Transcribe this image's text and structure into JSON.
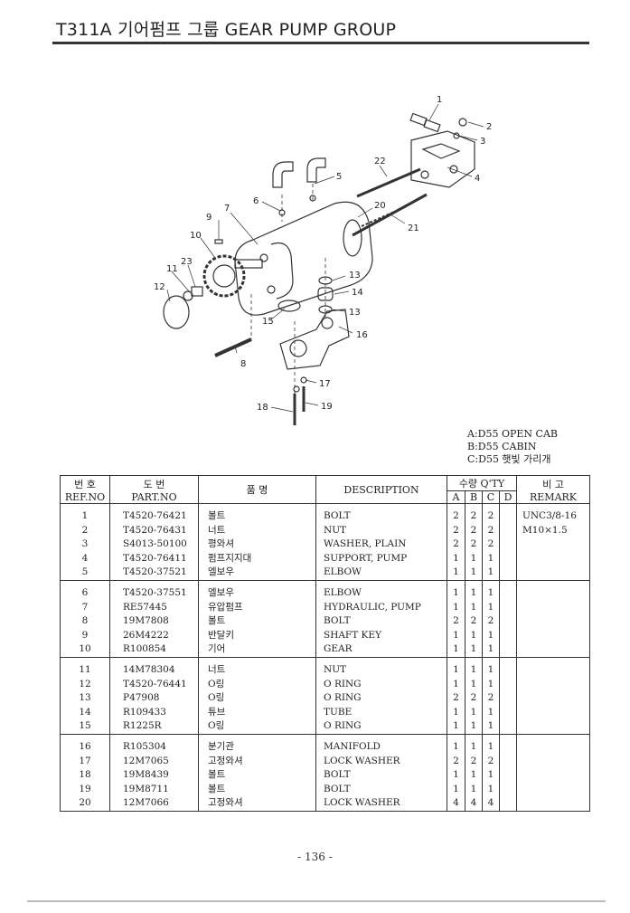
{
  "header": {
    "title": "T311A 기어펌프 그룹 GEAR PUMP GROUP"
  },
  "diagram": {
    "callouts": [
      "1",
      "2",
      "3",
      "4",
      "5",
      "6",
      "7",
      "8",
      "9",
      "10",
      "11",
      "12",
      "13",
      "14",
      "13",
      "15",
      "16",
      "17",
      "18",
      "19",
      "20",
      "21",
      "22",
      "23"
    ]
  },
  "legend": {
    "lines": [
      "A:D55 OPEN CAB",
      "B:D55 CABIN",
      "C:D55 햇빛 가리개"
    ]
  },
  "table": {
    "headers": {
      "ref_kor": "번 호",
      "ref_eng": "REF.NO",
      "part_kor": "도 번",
      "part_eng": "PART.NO",
      "name_kor": "품   명",
      "desc": "DESCRIPTION",
      "qty": "수량 Q'TY",
      "qty_a": "A",
      "qty_b": "B",
      "qty_c": "C",
      "qty_d": "D",
      "rem_kor": "비  고",
      "rem_eng": "REMARK"
    },
    "groups": [
      [
        {
          "ref": "1",
          "part": "T4520-76421",
          "kor": "볼트",
          "desc": "BOLT",
          "a": "2",
          "b": "2",
          "c": "2",
          "d": "",
          "remark": "UNC3/8-16"
        },
        {
          "ref": "2",
          "part": "T4520-76431",
          "kor": "너트",
          "desc": "NUT",
          "a": "2",
          "b": "2",
          "c": "2",
          "d": "",
          "remark": "M10×1.5"
        },
        {
          "ref": "3",
          "part": "S4013-50100",
          "kor": "평와셔",
          "desc": "WASHER, PLAIN",
          "a": "2",
          "b": "2",
          "c": "2",
          "d": "",
          "remark": ""
        },
        {
          "ref": "4",
          "part": "T4520-76411",
          "kor": "펌프지지대",
          "desc": "SUPPORT, PUMP",
          "a": "1",
          "b": "1",
          "c": "1",
          "d": "",
          "remark": ""
        },
        {
          "ref": "5",
          "part": "T4520-37521",
          "kor": "엘보우",
          "desc": "ELBOW",
          "a": "1",
          "b": "1",
          "c": "1",
          "d": "",
          "remark": ""
        }
      ],
      [
        {
          "ref": "6",
          "part": "T4520-37551",
          "kor": "엘보우",
          "desc": "ELBOW",
          "a": "1",
          "b": "1",
          "c": "1",
          "d": "",
          "remark": ""
        },
        {
          "ref": "7",
          "part": "RE57445",
          "kor": "유압펌프",
          "desc": "HYDRAULIC, PUMP",
          "a": "1",
          "b": "1",
          "c": "1",
          "d": "",
          "remark": ""
        },
        {
          "ref": "8",
          "part": "19M7808",
          "kor": "볼트",
          "desc": "BOLT",
          "a": "2",
          "b": "2",
          "c": "2",
          "d": "",
          "remark": ""
        },
        {
          "ref": "9",
          "part": "26M4222",
          "kor": "반달키",
          "desc": "SHAFT KEY",
          "a": "1",
          "b": "1",
          "c": "1",
          "d": "",
          "remark": ""
        },
        {
          "ref": "10",
          "part": "R100854",
          "kor": "기어",
          "desc": "GEAR",
          "a": "1",
          "b": "1",
          "c": "1",
          "d": "",
          "remark": ""
        }
      ],
      [
        {
          "ref": "11",
          "part": "14M78304",
          "kor": "너트",
          "desc": "NUT",
          "a": "1",
          "b": "1",
          "c": "1",
          "d": "",
          "remark": ""
        },
        {
          "ref": "12",
          "part": "T4520-76441",
          "kor": "O링",
          "desc": "O RING",
          "a": "1",
          "b": "1",
          "c": "1",
          "d": "",
          "remark": ""
        },
        {
          "ref": "13",
          "part": "P47908",
          "kor": "O링",
          "desc": "O RING",
          "a": "2",
          "b": "2",
          "c": "2",
          "d": "",
          "remark": ""
        },
        {
          "ref": "14",
          "part": "R109433",
          "kor": "튜브",
          "desc": "TUBE",
          "a": "1",
          "b": "1",
          "c": "1",
          "d": "",
          "remark": ""
        },
        {
          "ref": "15",
          "part": "R1225R",
          "kor": "O링",
          "desc": "O RING",
          "a": "1",
          "b": "1",
          "c": "1",
          "d": "",
          "remark": ""
        }
      ],
      [
        {
          "ref": "16",
          "part": "R105304",
          "kor": "분기관",
          "desc": "MANIFOLD",
          "a": "1",
          "b": "1",
          "c": "1",
          "d": "",
          "remark": ""
        },
        {
          "ref": "17",
          "part": "12M7065",
          "kor": "고정와셔",
          "desc": "LOCK WASHER",
          "a": "2",
          "b": "2",
          "c": "2",
          "d": "",
          "remark": ""
        },
        {
          "ref": "18",
          "part": "19M8439",
          "kor": "볼트",
          "desc": "BOLT",
          "a": "1",
          "b": "1",
          "c": "1",
          "d": "",
          "remark": ""
        },
        {
          "ref": "19",
          "part": "19M8711",
          "kor": "볼트",
          "desc": "BOLT",
          "a": "1",
          "b": "1",
          "c": "1",
          "d": "",
          "remark": ""
        },
        {
          "ref": "20",
          "part": "12M7066",
          "kor": "고정와셔",
          "desc": "LOCK WASHER",
          "a": "4",
          "b": "4",
          "c": "4",
          "d": "",
          "remark": ""
        }
      ]
    ]
  },
  "footer": {
    "page": "- 136 -"
  }
}
